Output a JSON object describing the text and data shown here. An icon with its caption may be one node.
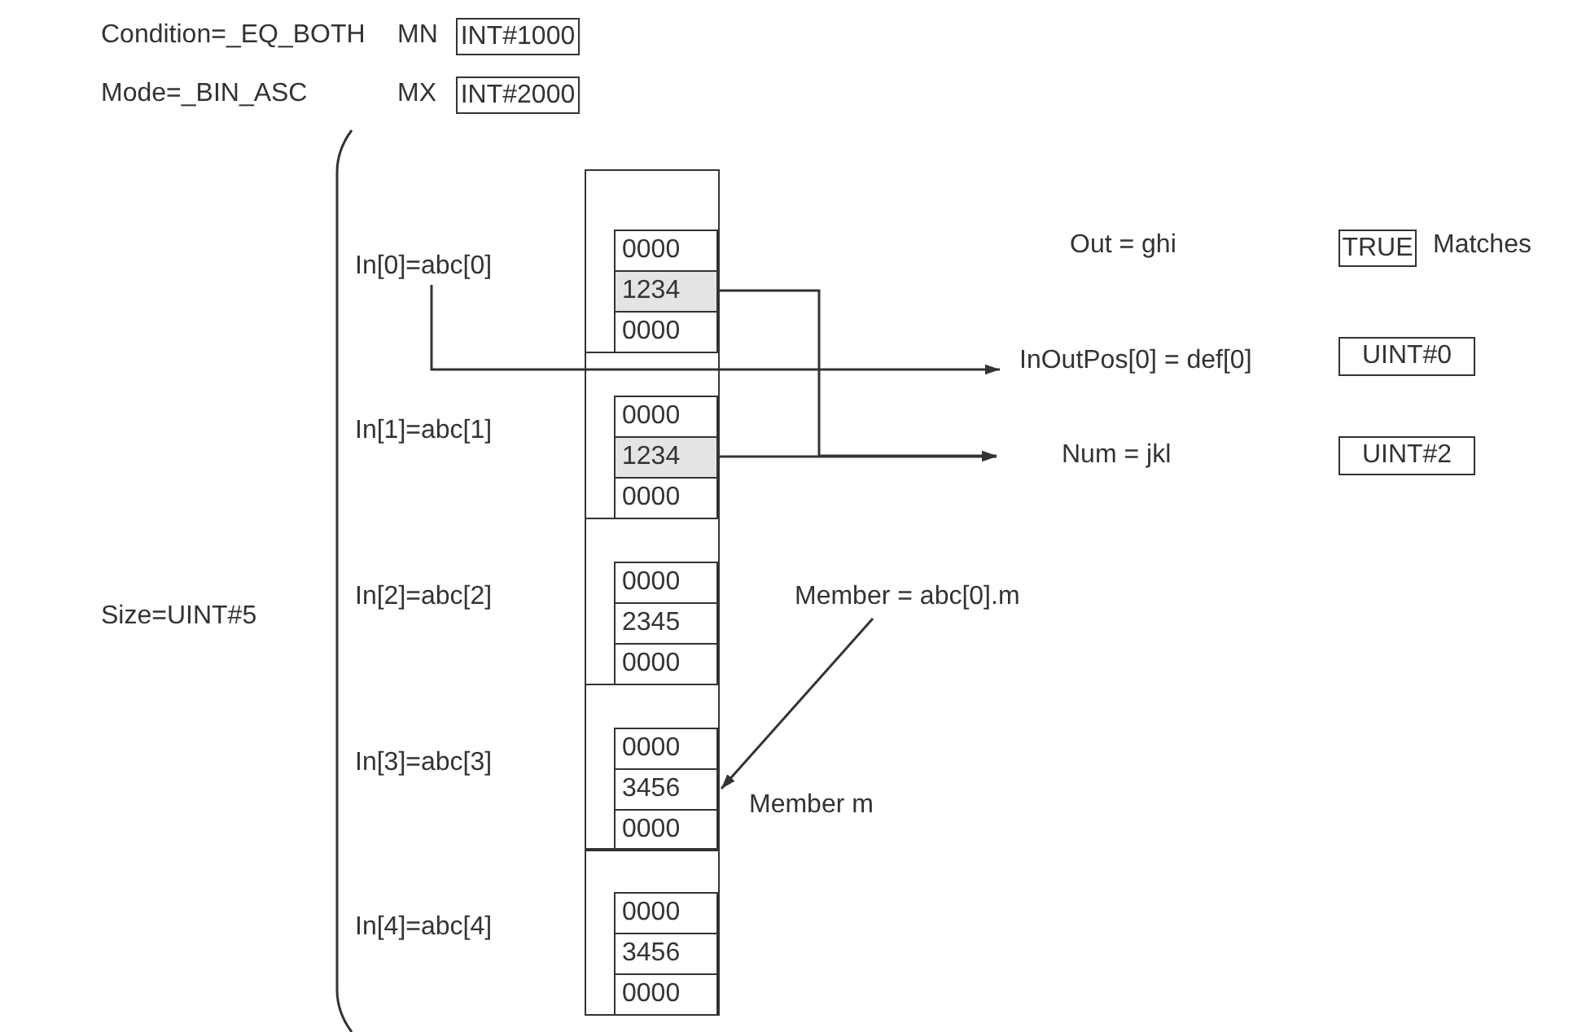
{
  "diagram": {
    "nodes": [
      {
        "text": [
          "INT#1000"
        ]
      },
      {
        "text": [
          "INT#2000"
        ]
      },
      {
        "text": [
          "TRUE"
        ],
        "beside": [
          "Matches"
        ]
      },
      {
        "text": [
          "InOutPos[0] = def[0]"
        ]
      },
      {
        "text": [
          "UINT#0"
        ]
      },
      {
        "text": [
          "Num = jkl"
        ]
      },
      {
        "text": [
          "UINT#2"
        ]
      },
      {
        "text": [
          "Member = abc[0].m"
        ]
      },
      {
        "text": [
          "In[0]=abc[0]"
        ]
      },
      {
        "text": [
          "In[1]=abc[1]"
        ]
      },
      {
        "text": [
          "In[2]=abc[2]"
        ]
      },
      {
        "text": [
          "In[3]=abc[3]"
        ]
      },
      {
        "text": [
          "In[4]=abc[4]"
        ]
      },
      {
        "text": [],
        "shape": "box"
      },
      {
        "text": [
          "0000"
        ],
        "in": 13
      },
      {
        "text": [
          "1234"
        ],
        "in": 13
      },
      {
        "text": [
          "0000"
        ],
        "in": 13
      },
      {
        "text": [],
        "shape": "box"
      },
      {
        "text": [
          "0000"
        ],
        "in": 17
      },
      {
        "text": [
          "1234"
        ],
        "in": 17
      },
      {
        "text": [
          "0000"
        ],
        "in": 17
      },
      {
        "text": [],
        "shape": "box"
      },
      {
        "text": [
          "0000"
        ],
        "in": 21
      },
      {
        "text": [
          "2345"
        ],
        "in": 21
      },
      {
        "text": [
          "0000"
        ],
        "in": 21
      },
      {
        "text": [],
        "shape": "box"
      },
      {
        "text": [
          "0000"
        ],
        "in": 25
      },
      {
        "text": [
          "3456"
        ],
        "in": 25
      },
      {
        "text": [
          "0000"
        ],
        "in": 25
      },
      {
        "text": [],
        "shape": "box"
      },
      {
        "text": [
          "0000"
        ],
        "in": 29
      },
      {
        "text": [
          "3456"
        ],
        "in": 29
      },
      {
        "text": [
          "0000"
        ],
        "in": 29
      }
    ],
    "edges": [
      {
        "from": 8,
        "to": 3,
        "arrow": "to"
      },
      {
        "from": 15,
        "to": 5,
        "arrow": "to"
      },
      {
        "from": 19,
        "to": 5,
        "arrow": "to"
      },
      {
        "from": 7,
        "to": 27,
        "arrow": "to"
      }
    ],
    "labels": [
      "Condition=_EQ_BOTH",
      "MN",
      "Mode=_BIN_ASC",
      "MX",
      "Out = ghi",
      "Size=UINT#5",
      "Member m"
    ]
  }
}
